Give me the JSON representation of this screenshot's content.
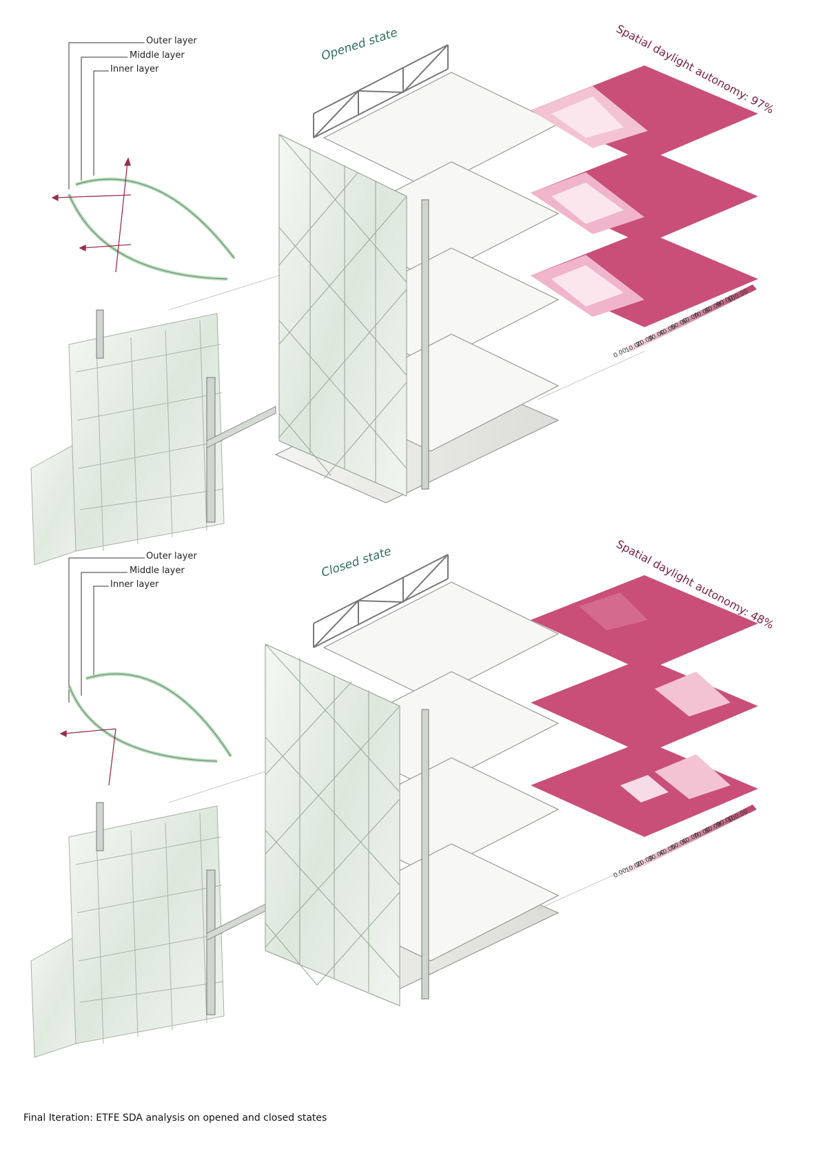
{
  "panels": [
    {
      "state_label": "Opened state",
      "sda_label": "Spatial daylight autonomy: 97%",
      "layers": [
        "Outer layer",
        "Middle layer",
        "Inner layer"
      ],
      "legend_values": [
        "100.00",
        "90.00",
        "80.00",
        "70.00",
        "60.00",
        "50.00",
        "40.00",
        "30.00",
        "20.00",
        "10.00",
        "0.00"
      ]
    },
    {
      "state_label": "Closed state",
      "sda_label": "Spatial daylight autonomy: 48%",
      "layers": [
        "Outer layer",
        "Middle layer",
        "Inner layer"
      ],
      "legend_values": [
        "100.00",
        "90.00",
        "80.00",
        "70.00",
        "60.00",
        "50.00",
        "40.00",
        "30.00",
        "20.00",
        "10.00",
        "0.00"
      ]
    }
  ],
  "caption": "Final Iteration: ETFE SDA analysis on opened and closed states",
  "colors": {
    "heatmap_high": "#c94f78",
    "heatmap_low": "#f7dbe6",
    "membrane": "#e6efe6",
    "frame": "#cfd6cf",
    "layer_stroke": "#4f8a5c",
    "arrow": "#9a2e4a"
  }
}
